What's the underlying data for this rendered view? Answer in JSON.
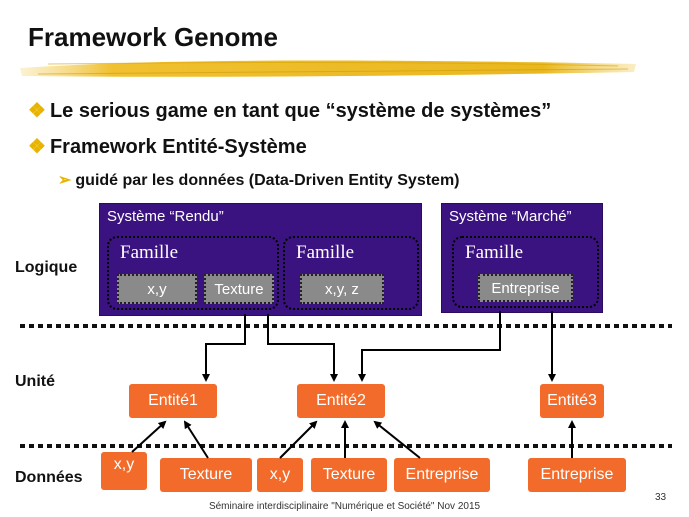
{
  "slide": {
    "title": "Framework Genome",
    "bullets": [
      "Le serious game en tant que “système de systèmes”",
      "Framework Entité-Système"
    ],
    "sub_bullet": "guidé par les données (Data-Driven Entity System)",
    "footer": "Séminaire interdisciplinaire \"Numérique et Société\" Nov 2015",
    "page_number": "33"
  },
  "row_labels": {
    "logique": "Logique",
    "unite": "Unité",
    "donnees": "Données"
  },
  "systems": [
    {
      "label": "Système “Rendu”",
      "families": [
        {
          "label": "Famille",
          "components": [
            "x,y",
            "Texture"
          ]
        },
        {
          "label": "Famille",
          "components": [
            "x,y, z"
          ]
        }
      ]
    },
    {
      "label": "Système “Marché”",
      "families": [
        {
          "label": "Famille",
          "components": [
            "Entreprise"
          ]
        }
      ]
    }
  ],
  "entities": [
    "Entité1",
    "Entité2",
    "Entité3"
  ],
  "data_components": [
    "x,y",
    "Texture",
    "x,y",
    "Texture",
    "Entreprise",
    "Entreprise"
  ],
  "colors": {
    "system_bg": "#3b1380",
    "component_bg": "#8a8a8a",
    "entity_bg": "#f26b2a",
    "bullet_accent": "#e8b400"
  }
}
